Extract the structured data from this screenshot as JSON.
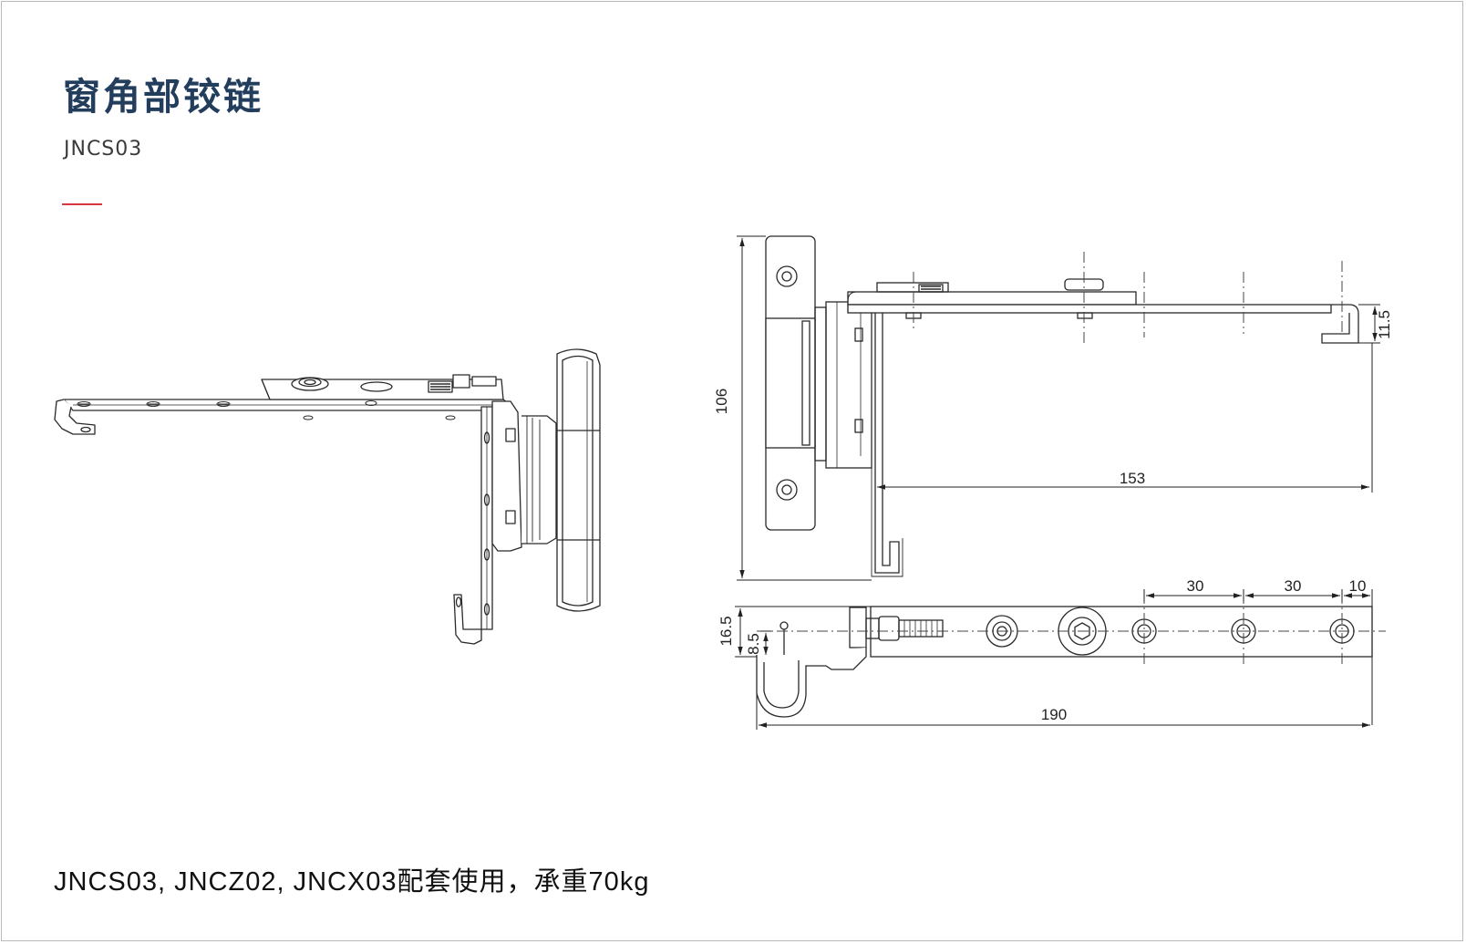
{
  "header": {
    "title": "窗角部铰链",
    "model": "JNCS03",
    "accent_color": "#d9363e",
    "title_color": "#233d5c"
  },
  "footer": {
    "note": "JNCS03, JNCZ02, JNCX03配套使用，承重70kg"
  },
  "drawing": {
    "dimensions": {
      "height_106": "106",
      "hook_11_5": "11.5",
      "length_153": "153",
      "pitch_30_a": "30",
      "pitch_30_b": "30",
      "end_10": "10",
      "height_16_5": "16.5",
      "offset_8_5": "8.5",
      "length_190": "190"
    }
  }
}
